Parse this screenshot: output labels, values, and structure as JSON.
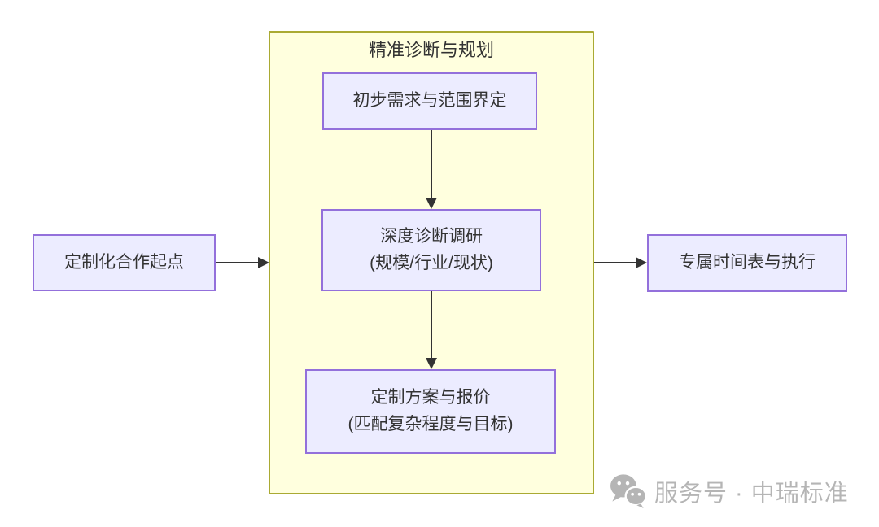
{
  "diagram": {
    "container": {
      "title": "精准诊断与规划"
    },
    "nodes": {
      "start": {
        "label": "定制化合作起点"
      },
      "step1": {
        "label": "初步需求与范围界定"
      },
      "step2": {
        "line1": "深度诊断调研",
        "line2": "(规模/行业/现状)"
      },
      "step3": {
        "line1": "定制方案与报价",
        "line2": "(匹配复杂程度与目标)"
      },
      "end": {
        "label": "专属时间表与执行"
      }
    },
    "edges": [
      {
        "from": "step1",
        "to": "step2"
      },
      {
        "from": "step2",
        "to": "step3"
      },
      {
        "from": "start",
        "to": "container"
      },
      {
        "from": "container",
        "to": "end"
      }
    ],
    "colors": {
      "node_fill": "#ECECFF",
      "node_border": "#9370DB",
      "container_fill": "#FFFFDE",
      "container_border": "#AAAA33",
      "arrow": "#333333",
      "text": "#333333",
      "watermark": "#B5B5B5"
    }
  },
  "watermark": {
    "icon": "wechat-icon",
    "text": "服务号 · 中瑞标准"
  }
}
